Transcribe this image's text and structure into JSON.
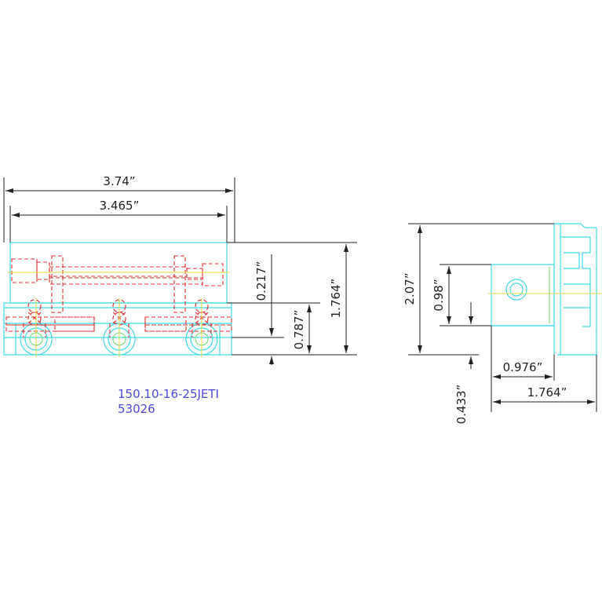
{
  "colors": {
    "outline": "#3fd9e6",
    "hidden": "#e22d2d",
    "center": "#e6d83a",
    "dimension": "#222222",
    "label": "#4b4bd6",
    "green": "#66d86a"
  },
  "front_view": {
    "dims": {
      "overall_width": "3.74”",
      "inner_width": "3.465”",
      "offset_top": "0.217”",
      "height_low": "0.787”",
      "height_total": "1.764”"
    }
  },
  "side_view": {
    "dims": {
      "height_total": "2.07”",
      "height_mid": "0.98”",
      "depth_low": "0.433”",
      "width_mid": "0.976”",
      "width_total": "1.764”"
    }
  },
  "part": {
    "number": "150.10-16-25JETI",
    "code": "53026"
  }
}
